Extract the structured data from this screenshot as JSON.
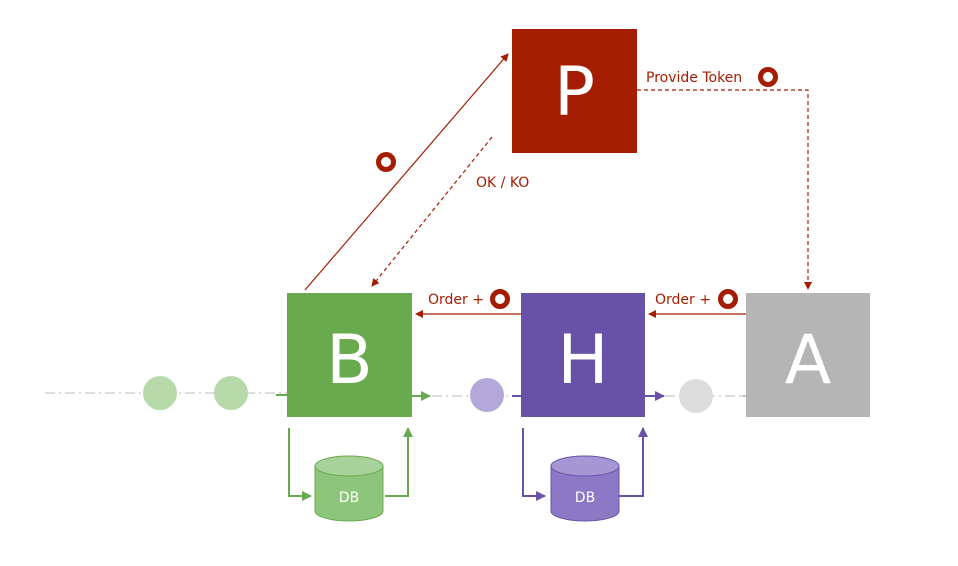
{
  "nodes": {
    "p": {
      "label": "P",
      "color": "#a51d00"
    },
    "b": {
      "label": "B",
      "color": "#6aaa4f"
    },
    "h": {
      "label": "H",
      "color": "#6851a8"
    },
    "a": {
      "label": "A",
      "color": "#b5b5b5"
    }
  },
  "databases": {
    "b_db": {
      "label": "DB",
      "color": "#8cc67b"
    },
    "h_db": {
      "label": "DB",
      "color": "#8c79c6"
    }
  },
  "edges": {
    "provide_token": "Provide Token",
    "ok_ko": "OK / KO",
    "order_b": "Order +",
    "order_h": "Order +"
  },
  "icons": {
    "token": "token-ring-icon",
    "token_color": "#a51d00"
  }
}
